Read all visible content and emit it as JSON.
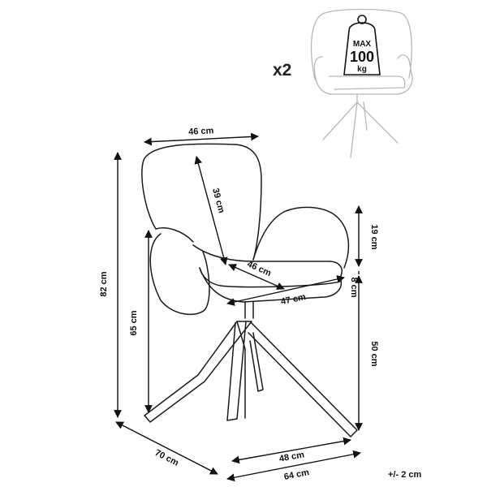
{
  "quantity": "x2",
  "max_load": {
    "label": "MAX",
    "value": "100",
    "unit": "kg"
  },
  "dimensions": {
    "backrest_width": "46 cm",
    "backrest_height": "39 cm",
    "seat_depth": "46 cm",
    "seat_width": "47 cm",
    "armrest_height": "19 cm",
    "seat_thickness": "8 cm",
    "seat_height": "50 cm",
    "armrest_floor_height": "65 cm",
    "total_height": "82 cm",
    "base_front_width": "48 cm",
    "base_width": "64 cm",
    "base_depth": "70 cm"
  },
  "tolerance": "+/- 2 cm"
}
